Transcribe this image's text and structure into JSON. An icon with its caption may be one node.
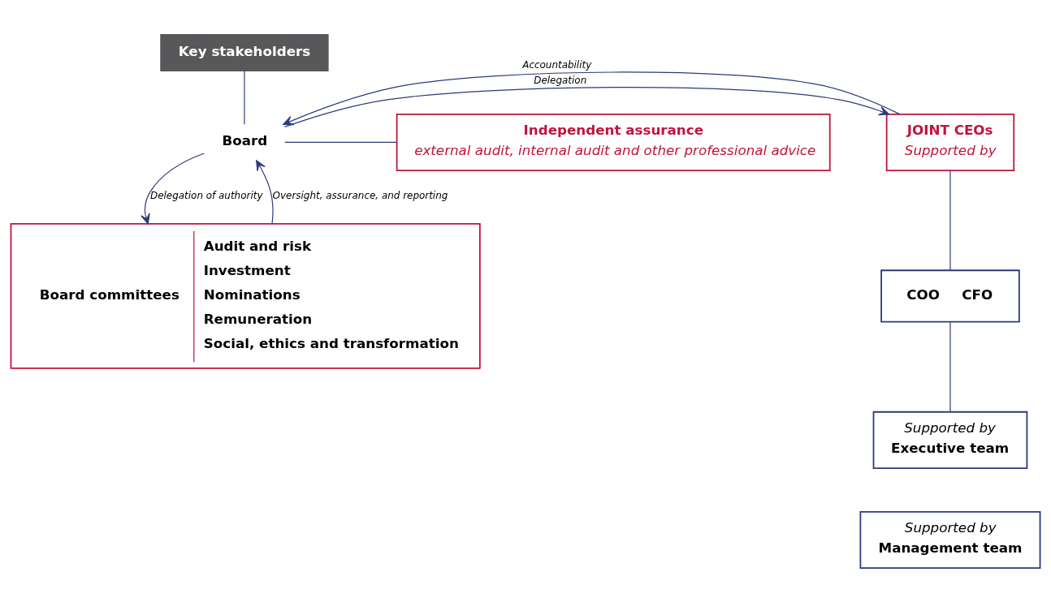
{
  "diagram": {
    "nodes": [
      {
        "text": [
          "Key stakeholders"
        ]
      },
      {
        "text": [
          "Board"
        ]
      },
      {
        "text": [
          "JOINT CEOs",
          "Supported by"
        ]
      },
      {
        "text": [
          "Independent assurance",
          "external audit, internal audit and other professional advice"
        ]
      },
      {
        "text": [
          "COO",
          "CFO"
        ]
      },
      {
        "text": [
          "Supported by",
          "Executive team"
        ]
      },
      {
        "text": [
          "Supported by",
          "Management team"
        ]
      },
      {
        "text": [
          "Board committees",
          "Audit and risk",
          "Investment",
          "Nominations",
          "Remuneration",
          "Social, ethics and transformation"
        ]
      }
    ],
    "edges": [
      {
        "from": 0,
        "to": 1,
        "arrow": "none"
      },
      {
        "from": 1,
        "to": 2,
        "arrow": "to",
        "label": "Delegation"
      },
      {
        "from": 2,
        "to": 1,
        "arrow": "to",
        "label": "Accountability"
      },
      {
        "from": 1,
        "to": 3,
        "arrow": "none"
      },
      {
        "from": 2,
        "to": 4,
        "arrow": "none"
      },
      {
        "from": 4,
        "to": 5,
        "arrow": "none"
      },
      {
        "from": 1,
        "to": 7,
        "arrow": "to",
        "label": "Delegation of authority"
      },
      {
        "from": 7,
        "to": 1,
        "arrow": "to",
        "label": "Oversight, assurance, and reporting"
      }
    ]
  }
}
